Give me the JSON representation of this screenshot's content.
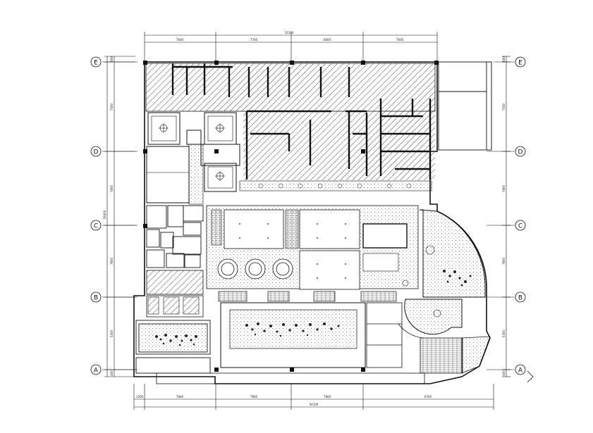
{
  "drawing": {
    "grid_axes": [
      {
        "id": "axis-e",
        "label": "E"
      },
      {
        "id": "axis-d",
        "label": "D"
      },
      {
        "id": "axis-c",
        "label": "C"
      },
      {
        "id": "axis-b",
        "label": "B"
      },
      {
        "id": "axis-a",
        "label": "A"
      }
    ],
    "top_dimensions": {
      "overall": "33100",
      "segments": [
        "7600",
        "7700",
        "8000",
        "7600"
      ]
    },
    "bottom_dimensions": {
      "overall": "34100",
      "segments": [
        "1200",
        "7800",
        "7800",
        "7800",
        "6700"
      ]
    },
    "left_dimensions": {
      "overall": "29400",
      "segments": [
        "600",
        "7500",
        "7800",
        "7800",
        "5300",
        "400"
      ]
    },
    "right_dimensions": {
      "segments": [
        "600",
        "7500",
        "7800",
        "7800",
        "5300",
        "400"
      ]
    },
    "colors": {
      "line": "#111111",
      "hatch": "#333333",
      "background": "#ffffff"
    }
  }
}
